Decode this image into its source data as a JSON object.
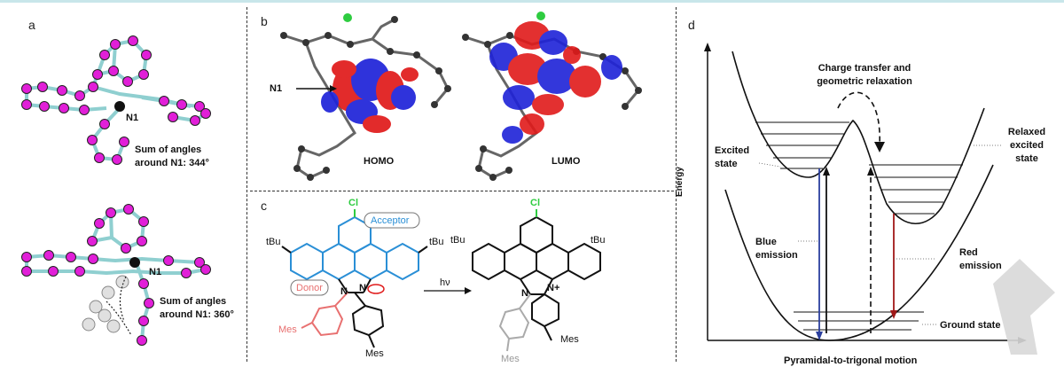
{
  "panels": {
    "a": {
      "letter": "a",
      "top_atom_label": "N1",
      "top_angle_line1": "Sum of angles",
      "top_angle_line2": "around N1: 344°",
      "bottom_atom_label": "N1",
      "bottom_angle_line1": "Sum of angles",
      "bottom_angle_line2": "around N1: 360°"
    },
    "b": {
      "letter": "b",
      "atom_label": "N1",
      "homo_label": "HOMO",
      "lumo_label": "LUMO"
    },
    "c": {
      "letter": "c",
      "cl_label": "Cl",
      "tbu_label": "tBu",
      "acceptor_label": "Acceptor",
      "donor_label": "Donor",
      "mes_label": "Mes",
      "hv_label": "hν",
      "n_label": "N",
      "nplus_label": "N+"
    },
    "d": {
      "letter": "d",
      "charge_transfer_line1": "Charge transfer and",
      "charge_transfer_line2": "geometric relaxation",
      "excited_state_line1": "Excited",
      "excited_state_line2": "state",
      "relaxed_line1": "Relaxed",
      "relaxed_line2": "excited",
      "relaxed_line3": "state",
      "energy_label": "Energy",
      "blue_emission_line1": "Blue",
      "blue_emission_line2": "emission",
      "red_emission_line1": "Red",
      "red_emission_line2": "emission",
      "ground_state_label": "Ground state",
      "x_axis_label": "Pyramidal-to-trigonal motion"
    }
  },
  "colors": {
    "atom_magenta": "#e11fd8",
    "bond_teal": "#8fcfd0",
    "orbital_red": "#e01a1a",
    "orbital_blue": "#1e22d8",
    "chlorine_green": "#2ecc40",
    "acceptor_blue": "#2a8fd6",
    "donor_red": "#e87070",
    "blue_arrow": "#2b3f9e",
    "red_arrow": "#a01818"
  }
}
